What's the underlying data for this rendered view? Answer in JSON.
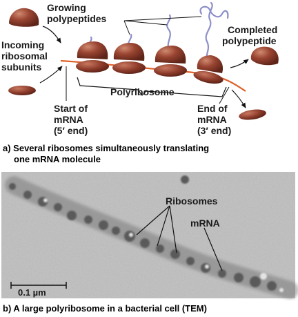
{
  "panel_a": {
    "labels": {
      "growing_1": "Growing",
      "growing_2": "polypeptides",
      "incoming_1": "Incoming",
      "incoming_2": "ribosomal",
      "incoming_3": "subunits",
      "completed_1": "Completed",
      "completed_2": "polypeptide",
      "polyribosome": "Polyribosome",
      "start_1": "Start of",
      "start_2": "mRNA",
      "start_3": "(5′ end)",
      "end_1": "End of",
      "end_2": "mRNA",
      "end_3": "(3′ end)"
    },
    "caption_1": "a) Several ribosomes simultaneously translating",
    "caption_2": "one mRNA molecule",
    "colors": {
      "ribosome": "#8b3a2a",
      "ribosome_highlight": "#c8785f",
      "polypeptide": "#8c8fc9",
      "mrna": "#e0602a"
    }
  },
  "panel_b": {
    "labels": {
      "ribosomes": "Ribosomes",
      "mrna": "mRNA",
      "scale": "0.1 µm"
    },
    "caption": "b) A large polyribosome in a bacterial cell (TEM)"
  }
}
